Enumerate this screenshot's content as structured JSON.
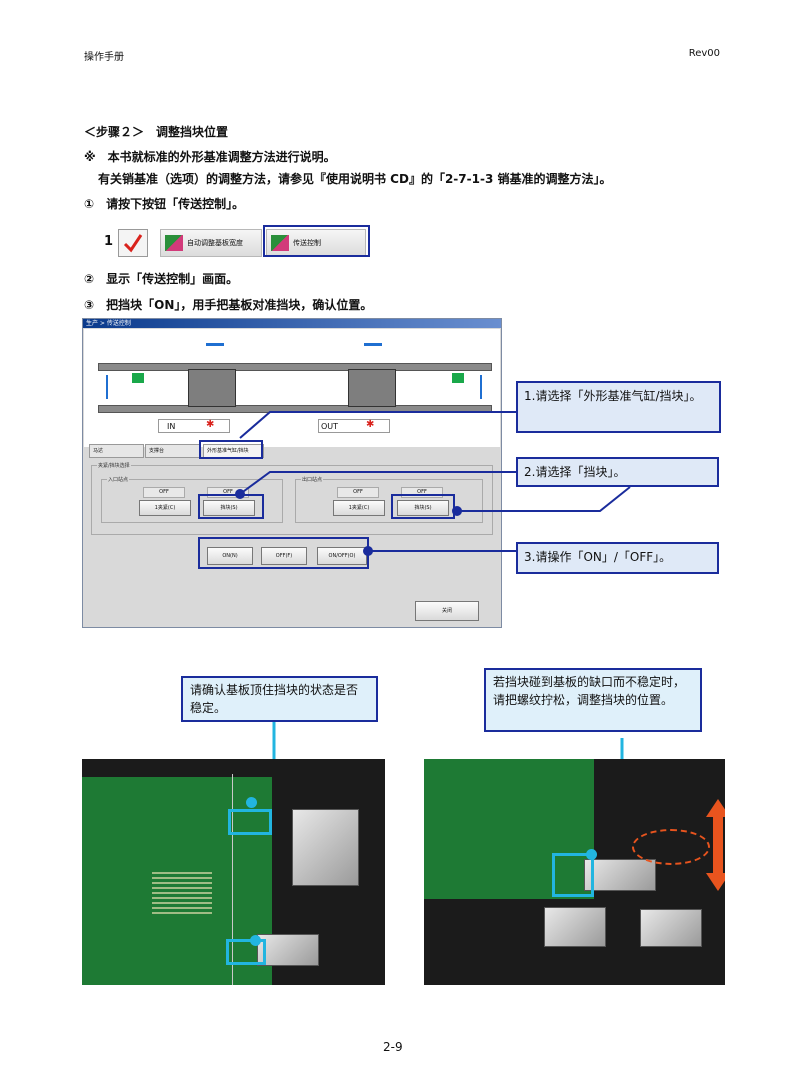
{
  "header": {
    "left": "操作手册",
    "right": "Rev00"
  },
  "body_lines": {
    "step": "＜步骤２＞　调整挡块位置",
    "note1": "※　本书就标准的外形基准调整方法进行说明。",
    "note2": "有关销基准（选项）的调整方法，请参见『使用说明书 CD』的「2-7-1-3 销基准的调整方法」。",
    "item1": "①　请按下按钮「传送控制」。",
    "item2": "②　显示「传送控制」画面。",
    "item3": "③　把挡块「ON」，用手把基板对准挡块，确认位置。"
  },
  "toolbar": {
    "num": "1",
    "btn1": "自动调整基板宽度",
    "btn2": "传送控制"
  },
  "window": {
    "title": "生产 > 传送控制",
    "lane_in": "IN",
    "lane_out": "OUT",
    "tabs": [
      "马达",
      "支撑台",
      "外形基准气缸/挡块"
    ],
    "group_title": "夹紧/挡块选择",
    "entry_label": "入口站点",
    "exit_label": "出口站点",
    "status_off": "OFF",
    "clamp_btn": "1夹紧(C)",
    "stopper_btn": "挡块(S)",
    "on_btn": "ON(N)",
    "off_btn": "OFF(F)",
    "onoff_btn": "ON/OFF(O)",
    "close_btn": "关闭"
  },
  "callouts": {
    "c1": "1.请选择「外形基准气缸/挡块」。",
    "c2": "2.请选择「挡块」。",
    "c3": "3.请操作「ON」/「OFF」。",
    "c4": "请确认基板顶住挡块的状态是否稳定。",
    "c5": "若挡块碰到基板的缺口而不稳定时，请把螺纹拧松，调整挡块的位置。"
  },
  "footer": {
    "page": "2-9"
  },
  "colors": {
    "callout_border": "#1a2c9c",
    "photo_marker": "#22b5e0",
    "arrow": "#e8541e"
  }
}
